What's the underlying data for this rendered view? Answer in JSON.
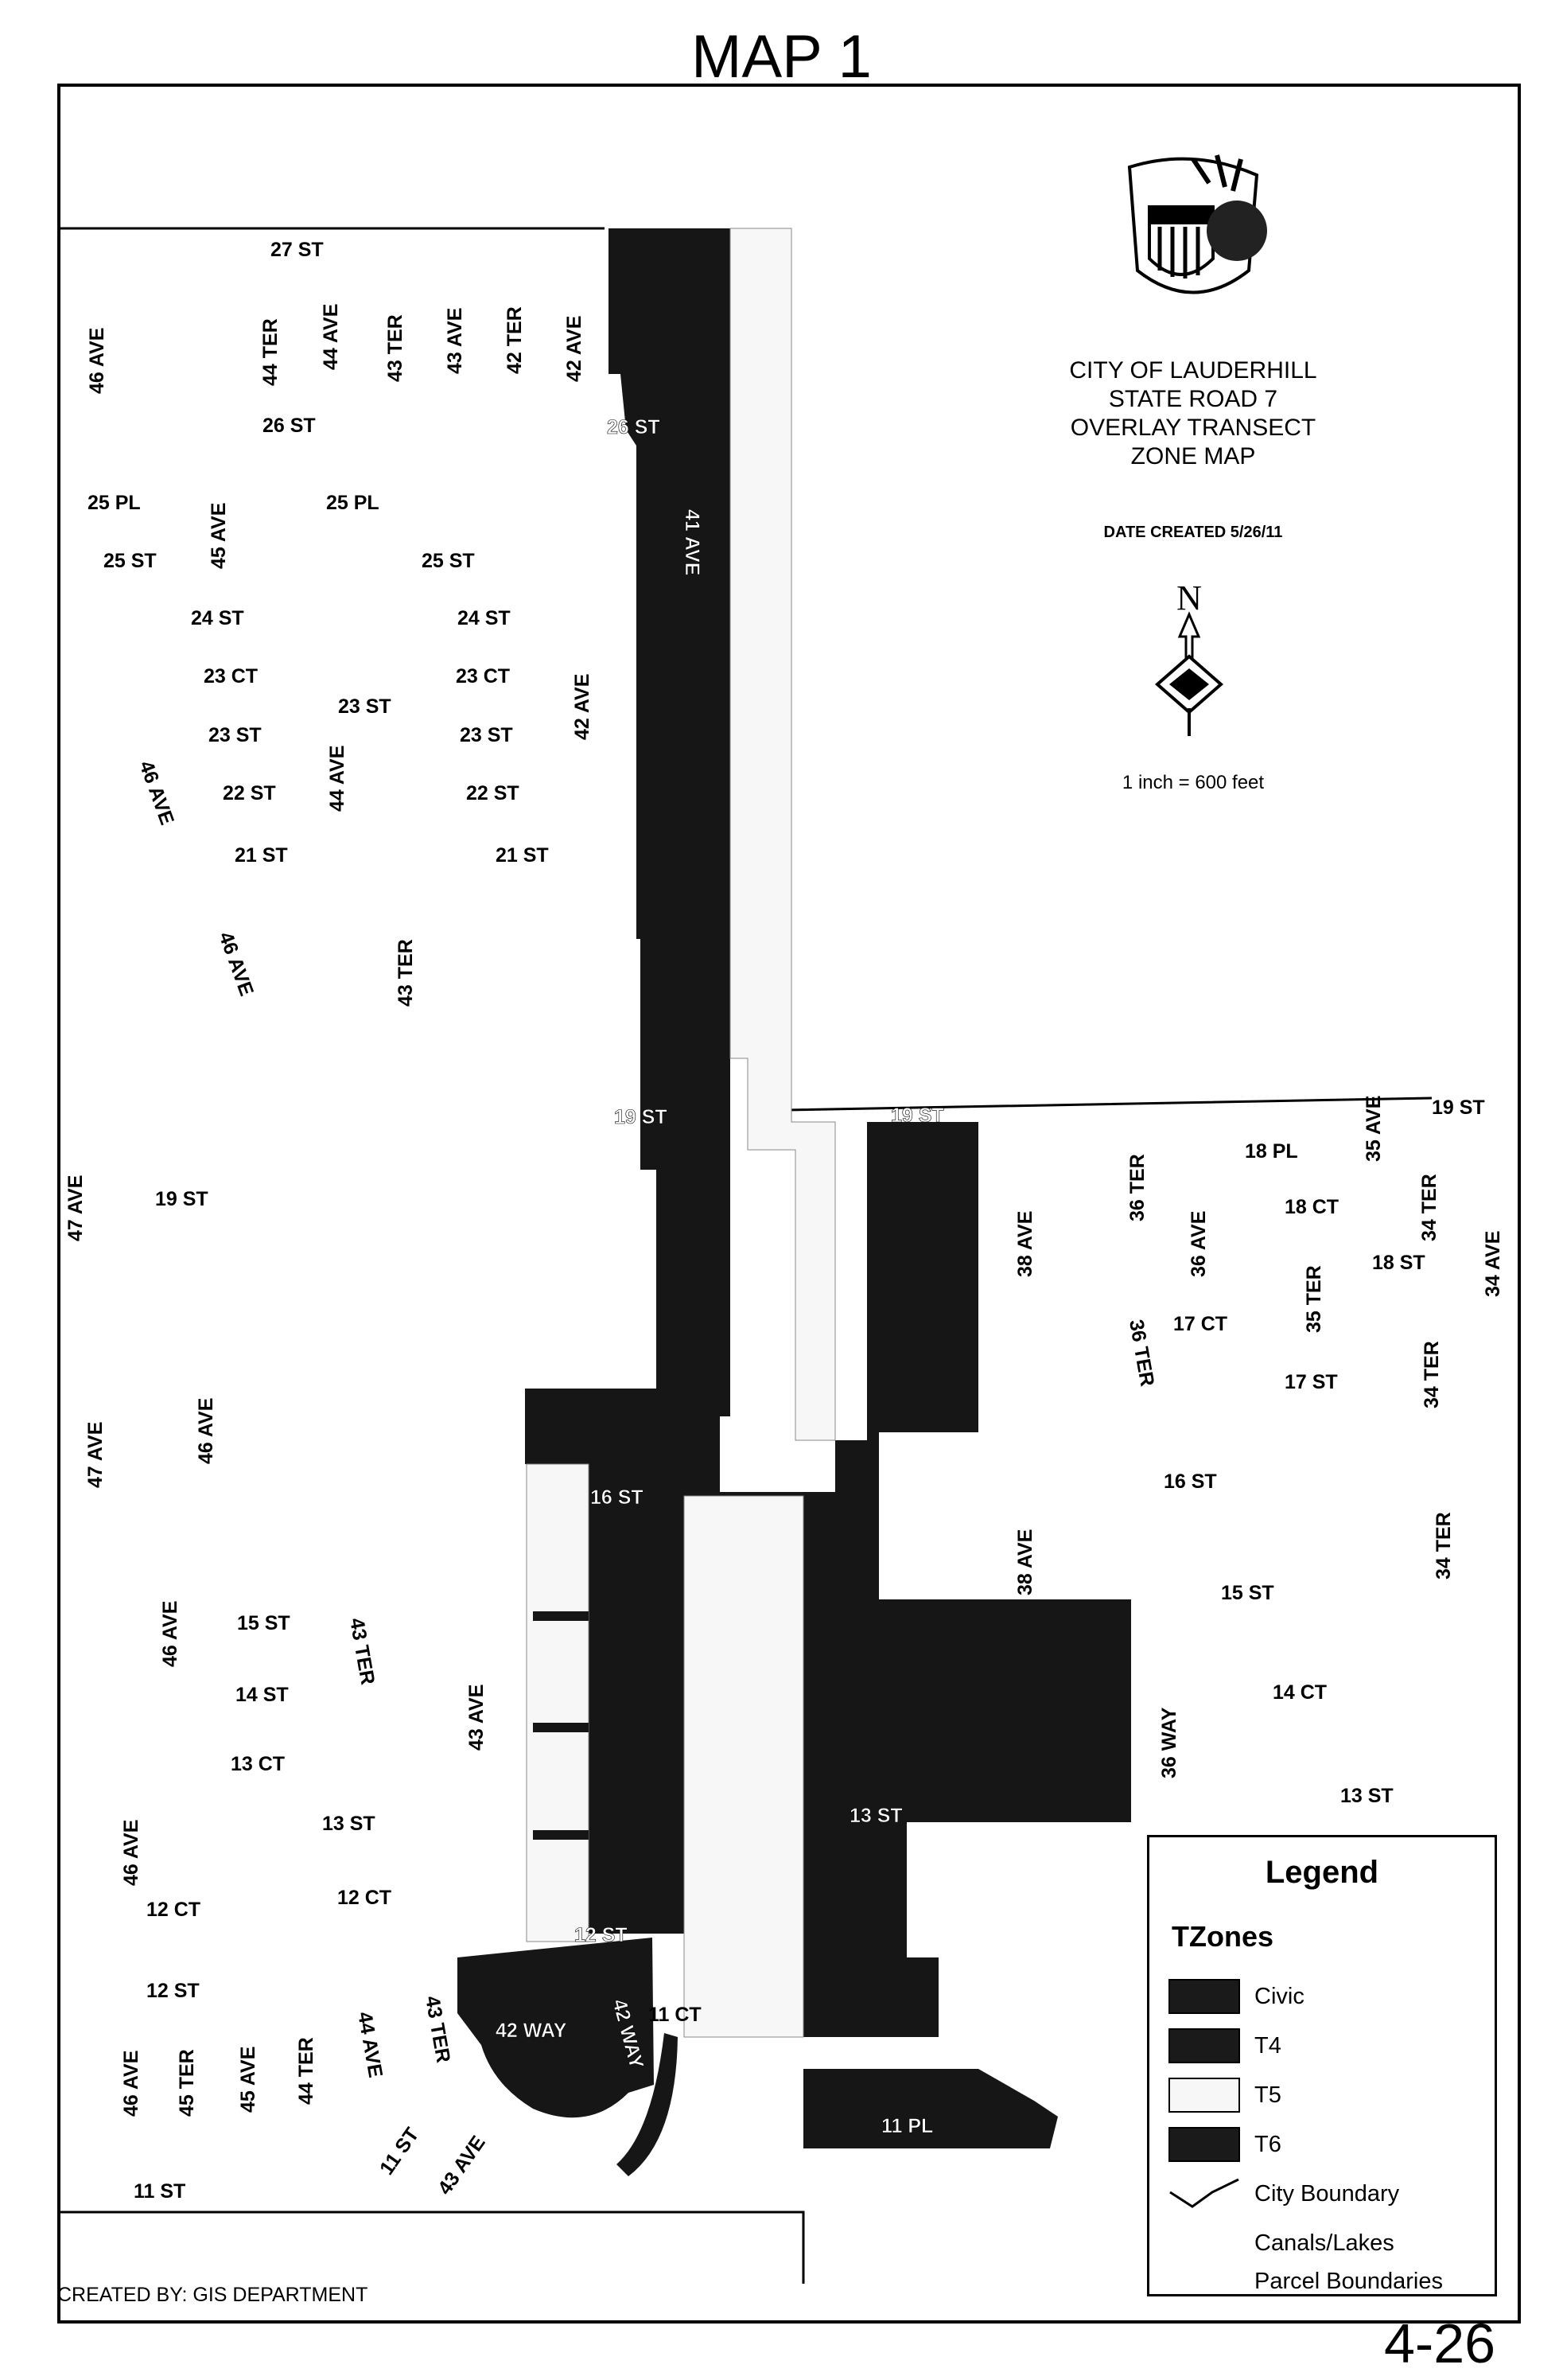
{
  "title": "MAP 1",
  "city_title_lines": [
    "CITY OF LAUDERHILL",
    "STATE ROAD 7",
    "OVERLAY TRANSECT",
    "ZONE MAP"
  ],
  "date_created": "DATE CREATED 5/26/11",
  "north_label": "N",
  "scale_text": "1 inch = 600 feet",
  "created_by": "CREATED BY:  GIS DEPARTMENT",
  "page_number": "4-26",
  "legend": {
    "title": "Legend",
    "subtitle": "TZones",
    "items": [
      {
        "label": "Civic",
        "color": "#1a1a1a"
      },
      {
        "label": "T4",
        "color": "#1a1a1a"
      },
      {
        "label": "T5",
        "color": "#f7f7f7"
      },
      {
        "label": "T6",
        "color": "#1a1a1a"
      },
      {
        "label": "City Boundary",
        "color": "#000000"
      },
      {
        "label": "Canals/Lakes",
        "color": "#ffffff"
      },
      {
        "label": "Parcel Boundaries",
        "color": "#ffffff"
      }
    ]
  },
  "streets": {
    "l01": "27 ST",
    "l02": "46 AVE",
    "l03": "44 TER",
    "l04": "44 AVE",
    "l05": "43 TER",
    "l06": "43 AVE",
    "l07": "42 TER",
    "l08": "42 AVE",
    "l09": "26 ST",
    "l10": "25 PL",
    "l11": "45 AVE",
    "l12": "25 PL",
    "l13": "25 ST",
    "l14": "25 ST",
    "l15": "24 ST",
    "l16": "24 ST",
    "l17": "23 CT",
    "l18": "23 CT",
    "l19": "23 ST",
    "l20": "42 AVE",
    "l21": "23 ST",
    "l22": "23 ST",
    "l23": "44 AVE",
    "l24": "46 AVE",
    "l25": "22 ST",
    "l26": "22 ST",
    "l27": "21 ST",
    "l28": "21 ST",
    "l29": "46 AVE",
    "l30": "43 TER",
    "l31": "47 AVE",
    "l32": "19 ST",
    "l33": "47 AVE",
    "l34": "46 AVE",
    "l35": "46 AVE",
    "l36": "15 ST",
    "l37": "43 TER",
    "l38": "14 ST",
    "l39": "43 AVE",
    "l40": "13 CT",
    "l41": "13 ST",
    "l42": "46 AVE",
    "l43": "12 CT",
    "l44": "12 CT",
    "l45": "12 ST",
    "l46": "46 AVE",
    "l47": "45 TER",
    "l48": "45 AVE",
    "l49": "44 TER",
    "l50": "44 AVE",
    "l51": "43 TER",
    "l52": "11 ST",
    "l53": "43 AVE",
    "l54": "11 ST",
    "l55": "11 CT",
    "l56": "38 AVE",
    "l57": "36 TER",
    "l58": "18 PL",
    "l59": "35 AVE",
    "l60": "18 CT",
    "l61": "34 TER",
    "l62": "36 AVE",
    "l63": "18 ST",
    "l64": "35 TER",
    "l65": "34 AVE",
    "l66": "19 ST",
    "l67": "17 CT",
    "l68": "36 TER",
    "l69": "17 ST",
    "l70": "34 TER",
    "l71": "16 ST",
    "l72": "38 AVE",
    "l73": "15 ST",
    "l74": "34 TER",
    "l75": "14 CT",
    "l76": "36 WAY",
    "l77": "13 ST",
    "r01": "26 ST",
    "r02": "41 AVE",
    "r03": "19 ST",
    "r04": "19 ST",
    "r05": "16 ST",
    "r06": "13 ST",
    "r07": "12 ST",
    "r08": "42 WAY",
    "r09": "42 WAY",
    "r10": "11 PL"
  }
}
